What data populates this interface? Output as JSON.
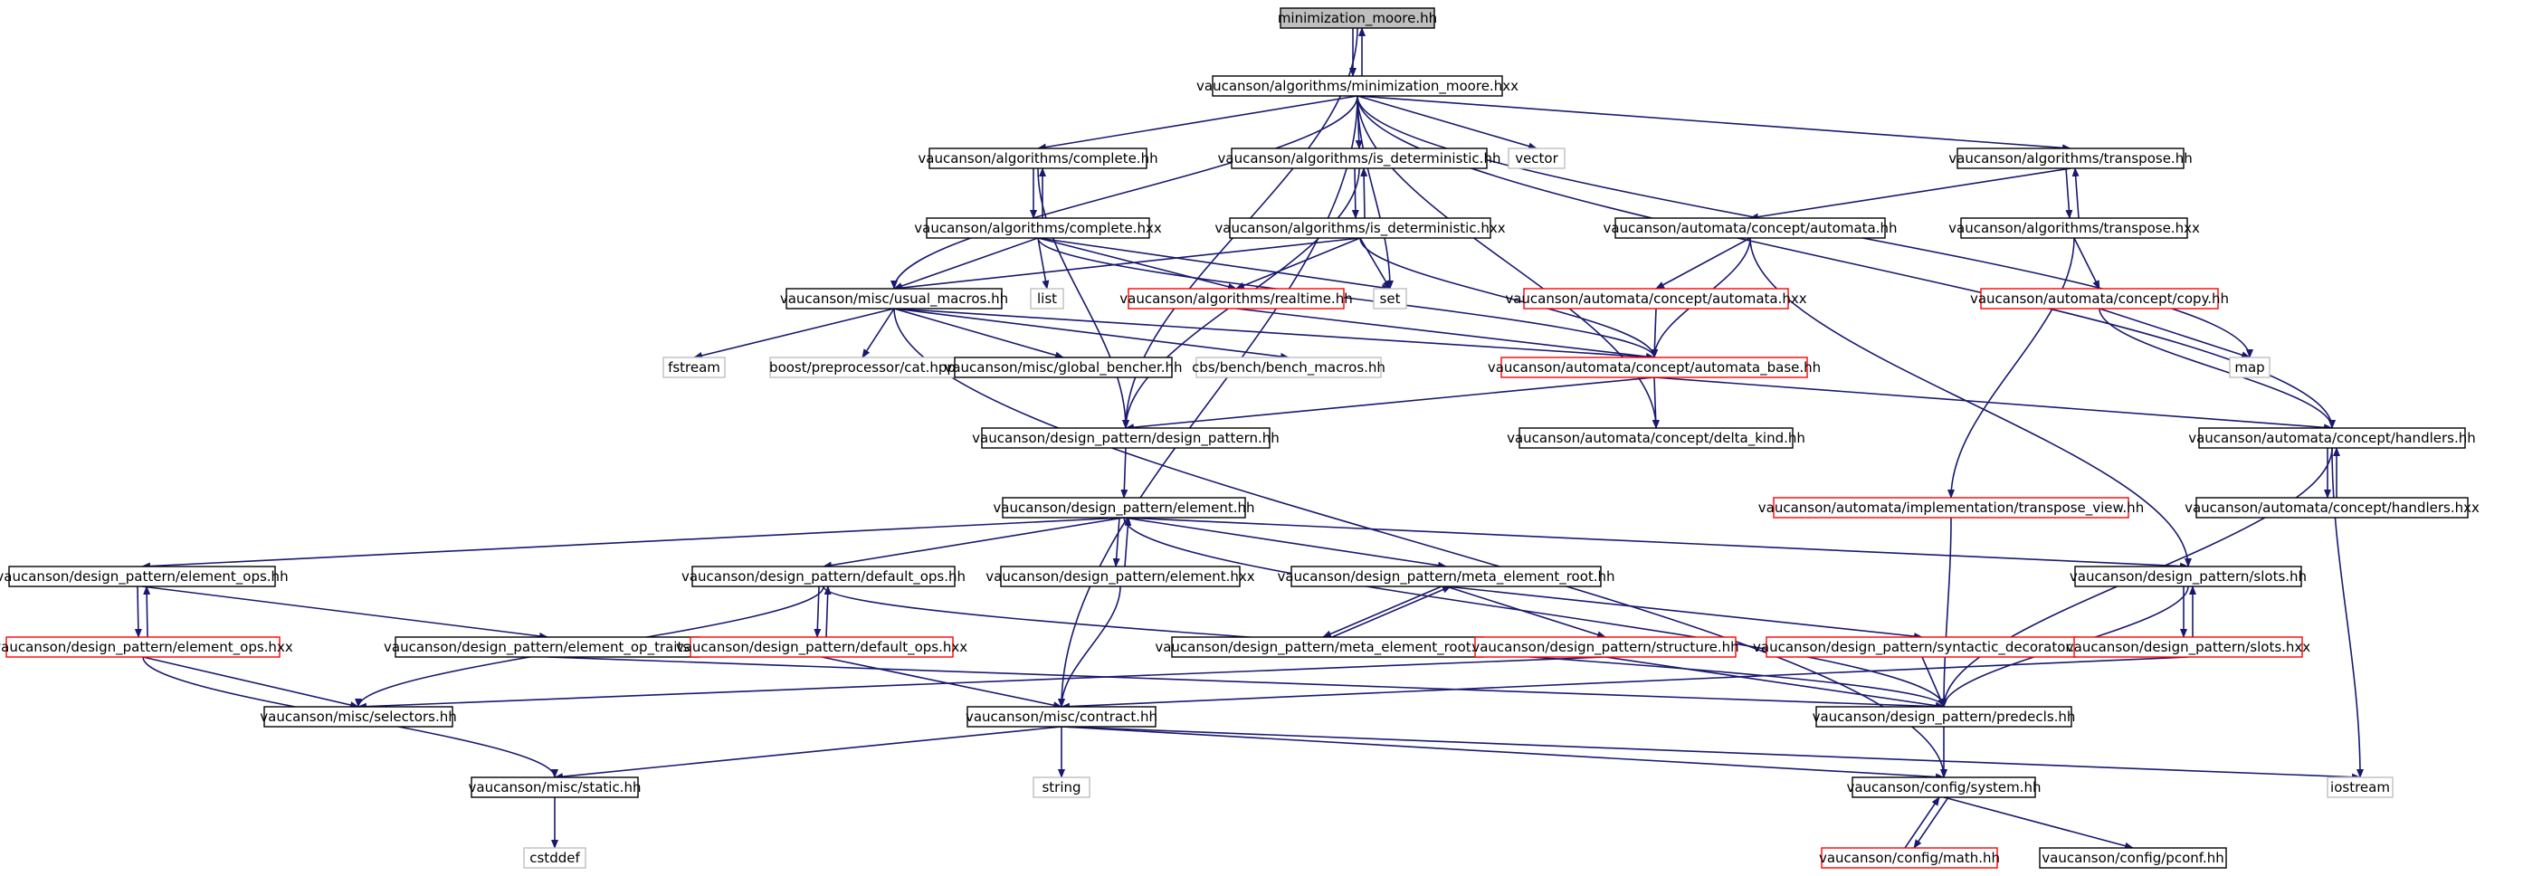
{
  "colors": {
    "edge": "#191970",
    "border_default": "#000000",
    "border_missing": "#bfbfbf",
    "border_truncated": "#ff0000",
    "root_fill": "#bfbfbf",
    "fill": "#ffffff",
    "text": "#000000"
  },
  "nodes": [
    {
      "id": "minimization_moore_hh",
      "label": "minimization_moore.hh",
      "kind": "root"
    },
    {
      "id": "minimization_moore_hxx",
      "label": "vaucanson/algorithms/minimization_moore.hxx",
      "kind": "default"
    },
    {
      "id": "complete_hh",
      "label": "vaucanson/algorithms/complete.hh",
      "kind": "default"
    },
    {
      "id": "is_det_hh",
      "label": "vaucanson/algorithms/is_deterministic.hh",
      "kind": "default"
    },
    {
      "id": "vector",
      "label": "vector",
      "kind": "missing"
    },
    {
      "id": "transpose_hh",
      "label": "vaucanson/algorithms/transpose.hh",
      "kind": "default"
    },
    {
      "id": "complete_hxx",
      "label": "vaucanson/algorithms/complete.hxx",
      "kind": "default"
    },
    {
      "id": "is_det_hxx",
      "label": "vaucanson/algorithms/is_deterministic.hxx",
      "kind": "default"
    },
    {
      "id": "automata_hh",
      "label": "vaucanson/automata/concept/automata.hh",
      "kind": "default"
    },
    {
      "id": "transpose_hxx",
      "label": "vaucanson/algorithms/transpose.hxx",
      "kind": "default"
    },
    {
      "id": "usual_macros",
      "label": "vaucanson/misc/usual_macros.hh",
      "kind": "default"
    },
    {
      "id": "list",
      "label": "list",
      "kind": "missing"
    },
    {
      "id": "realtime_hh",
      "label": "vaucanson/algorithms/realtime.hh",
      "kind": "truncated"
    },
    {
      "id": "set",
      "label": "set",
      "kind": "missing"
    },
    {
      "id": "automata_hxx",
      "label": "vaucanson/automata/concept/automata.hxx",
      "kind": "truncated"
    },
    {
      "id": "copy_hh",
      "label": "vaucanson/automata/concept/copy.hh",
      "kind": "truncated"
    },
    {
      "id": "fstream",
      "label": "fstream",
      "kind": "missing"
    },
    {
      "id": "boost_cat",
      "label": "boost/preprocessor/cat.hpp",
      "kind": "missing"
    },
    {
      "id": "global_bencher",
      "label": "vaucanson/misc/global_bencher.hh",
      "kind": "default"
    },
    {
      "id": "bench_macros",
      "label": "cbs/bench/bench_macros.hh",
      "kind": "missing"
    },
    {
      "id": "automata_base",
      "label": "vaucanson/automata/concept/automata_base.hh",
      "kind": "truncated"
    },
    {
      "id": "map",
      "label": "map",
      "kind": "missing"
    },
    {
      "id": "design_pattern_hh",
      "label": "vaucanson/design_pattern/design_pattern.hh",
      "kind": "default"
    },
    {
      "id": "delta_kind",
      "label": "vaucanson/automata/concept/delta_kind.hh",
      "kind": "default"
    },
    {
      "id": "handlers_hh",
      "label": "vaucanson/automata/concept/handlers.hh",
      "kind": "default"
    },
    {
      "id": "element_hh",
      "label": "vaucanson/design_pattern/element.hh",
      "kind": "default"
    },
    {
      "id": "transpose_view",
      "label": "vaucanson/automata/implementation/transpose_view.hh",
      "kind": "truncated"
    },
    {
      "id": "handlers_hxx",
      "label": "vaucanson/automata/concept/handlers.hxx",
      "kind": "default"
    },
    {
      "id": "element_ops_hh",
      "label": "vaucanson/design_pattern/element_ops.hh",
      "kind": "default"
    },
    {
      "id": "default_ops_hh",
      "label": "vaucanson/design_pattern/default_ops.hh",
      "kind": "default"
    },
    {
      "id": "element_hxx",
      "label": "vaucanson/design_pattern/element.hxx",
      "kind": "default"
    },
    {
      "id": "meta_root_hh",
      "label": "vaucanson/design_pattern/meta_element_root.hh",
      "kind": "default"
    },
    {
      "id": "slots_hh",
      "label": "vaucanson/design_pattern/slots.hh",
      "kind": "default"
    },
    {
      "id": "element_ops_hxx",
      "label": "vaucanson/design_pattern/element_ops.hxx",
      "kind": "truncated"
    },
    {
      "id": "element_op_traits",
      "label": "vaucanson/design_pattern/element_op_traits.hh",
      "kind": "default"
    },
    {
      "id": "default_ops_hxx",
      "label": "vaucanson/design_pattern/default_ops.hxx",
      "kind": "truncated"
    },
    {
      "id": "meta_root_hxx",
      "label": "vaucanson/design_pattern/meta_element_root.hxx",
      "kind": "default"
    },
    {
      "id": "structure_hh",
      "label": "vaucanson/design_pattern/structure.hh",
      "kind": "truncated"
    },
    {
      "id": "syntactic_dec",
      "label": "vaucanson/design_pattern/syntactic_decorator.hh",
      "kind": "truncated"
    },
    {
      "id": "slots_hxx",
      "label": "vaucanson/design_pattern/slots.hxx",
      "kind": "truncated"
    },
    {
      "id": "selectors_hh",
      "label": "vaucanson/misc/selectors.hh",
      "kind": "default"
    },
    {
      "id": "contract_hh",
      "label": "vaucanson/misc/contract.hh",
      "kind": "default"
    },
    {
      "id": "predecls_hh",
      "label": "vaucanson/design_pattern/predecls.hh",
      "kind": "default"
    },
    {
      "id": "static_hh",
      "label": "vaucanson/misc/static.hh",
      "kind": "default"
    },
    {
      "id": "string",
      "label": "string",
      "kind": "missing"
    },
    {
      "id": "system_hh",
      "label": "vaucanson/config/system.hh",
      "kind": "default"
    },
    {
      "id": "iostream",
      "label": "iostream",
      "kind": "missing"
    },
    {
      "id": "cstddef",
      "label": "cstddef",
      "kind": "missing"
    },
    {
      "id": "math_hh",
      "label": "vaucanson/config/math.hh",
      "kind": "truncated"
    },
    {
      "id": "pconf_hh",
      "label": "vaucanson/config/pconf.hh",
      "kind": "default"
    }
  ],
  "edges": [
    [
      "minimization_moore_hh",
      "minimization_moore_hxx"
    ],
    [
      "minimization_moore_hxx",
      "minimization_moore_hh"
    ],
    [
      "minimization_moore_hh",
      "design_pattern_hh"
    ],
    [
      "minimization_moore_hxx",
      "complete_hh"
    ],
    [
      "minimization_moore_hxx",
      "is_det_hh"
    ],
    [
      "minimization_moore_hxx",
      "vector"
    ],
    [
      "minimization_moore_hxx",
      "transpose_hh"
    ],
    [
      "minimization_moore_hxx",
      "usual_macros"
    ],
    [
      "minimization_moore_hxx",
      "set"
    ],
    [
      "minimization_moore_hxx",
      "map"
    ],
    [
      "minimization_moore_hxx",
      "handlers_hh"
    ],
    [
      "minimization_moore_hxx",
      "delta_kind"
    ],
    [
      "minimization_moore_hxx",
      "contract_hh"
    ],
    [
      "complete_hh",
      "complete_hxx"
    ],
    [
      "complete_hxx",
      "complete_hh"
    ],
    [
      "complete_hh",
      "design_pattern_hh"
    ],
    [
      "complete_hxx",
      "usual_macros"
    ],
    [
      "complete_hxx",
      "list"
    ],
    [
      "complete_hxx",
      "realtime_hh"
    ],
    [
      "complete_hxx",
      "set"
    ],
    [
      "complete_hxx",
      "automata_base"
    ],
    [
      "is_det_hh",
      "is_det_hxx"
    ],
    [
      "is_det_hxx",
      "is_det_hh"
    ],
    [
      "is_det_hh",
      "design_pattern_hh"
    ],
    [
      "is_det_hxx",
      "usual_macros"
    ],
    [
      "is_det_hxx",
      "realtime_hh"
    ],
    [
      "is_det_hxx",
      "set"
    ],
    [
      "is_det_hxx",
      "automata_base"
    ],
    [
      "transpose_hh",
      "transpose_hxx"
    ],
    [
      "transpose_hxx",
      "transpose_hh"
    ],
    [
      "transpose_hh",
      "automata_hh"
    ],
    [
      "transpose_hxx",
      "copy_hh"
    ],
    [
      "transpose_hxx",
      "transpose_view"
    ],
    [
      "automata_hh",
      "automata_hxx"
    ],
    [
      "automata_hh",
      "automata_base"
    ],
    [
      "automata_hh",
      "slots_hh"
    ],
    [
      "automata_hxx",
      "automata_base"
    ],
    [
      "realtime_hh",
      "automata_base"
    ],
    [
      "copy_hh",
      "map"
    ],
    [
      "copy_hh",
      "handlers_hh"
    ],
    [
      "usual_macros",
      "fstream"
    ],
    [
      "usual_macros",
      "boost_cat"
    ],
    [
      "usual_macros",
      "global_bencher"
    ],
    [
      "usual_macros",
      "bench_macros"
    ],
    [
      "usual_macros",
      "automata_base"
    ],
    [
      "usual_macros",
      "system_hh"
    ],
    [
      "automata_base",
      "design_pattern_hh"
    ],
    [
      "automata_base",
      "delta_kind"
    ],
    [
      "automata_base",
      "handlers_hh"
    ],
    [
      "handlers_hh",
      "handlers_hxx"
    ],
    [
      "handlers_hxx",
      "handlers_hh"
    ],
    [
      "handlers_hh",
      "predecls_hh"
    ],
    [
      "handlers_hh",
      "iostream"
    ],
    [
      "design_pattern_hh",
      "element_hh"
    ],
    [
      "element_hh",
      "element_ops_hh"
    ],
    [
      "element_hh",
      "default_ops_hh"
    ],
    [
      "element_hh",
      "element_hxx"
    ],
    [
      "element_hxx",
      "element_hh"
    ],
    [
      "element_hh",
      "meta_root_hh"
    ],
    [
      "element_hh",
      "slots_hh"
    ],
    [
      "element_hh",
      "predecls_hh"
    ],
    [
      "transpose_view",
      "predecls_hh"
    ],
    [
      "element_ops_hh",
      "element_ops_hxx"
    ],
    [
      "element_ops_hxx",
      "element_ops_hh"
    ],
    [
      "element_ops_hh",
      "element_op_traits"
    ],
    [
      "element_ops_hxx",
      "selectors_hh"
    ],
    [
      "element_ops_hxx",
      "static_hh"
    ],
    [
      "element_op_traits",
      "predecls_hh"
    ],
    [
      "default_ops_hh",
      "default_ops_hxx"
    ],
    [
      "default_ops_hxx",
      "default_ops_hh"
    ],
    [
      "default_ops_hh",
      "selectors_hh"
    ],
    [
      "default_ops_hh",
      "predecls_hh"
    ],
    [
      "default_ops_hxx",
      "contract_hh"
    ],
    [
      "element_hxx",
      "contract_hh"
    ],
    [
      "meta_root_hh",
      "meta_root_hxx"
    ],
    [
      "meta_root_hxx",
      "meta_root_hh"
    ],
    [
      "meta_root_hh",
      "structure_hh"
    ],
    [
      "meta_root_hh",
      "syntactic_dec"
    ],
    [
      "structure_hh",
      "selectors_hh"
    ],
    [
      "structure_hh",
      "predecls_hh"
    ],
    [
      "syntactic_dec",
      "predecls_hh"
    ],
    [
      "slots_hh",
      "slots_hxx"
    ],
    [
      "slots_hxx",
      "slots_hh"
    ],
    [
      "slots_hh",
      "predecls_hh"
    ],
    [
      "slots_hxx",
      "contract_hh"
    ],
    [
      "contract_hh",
      "static_hh"
    ],
    [
      "contract_hh",
      "string"
    ],
    [
      "contract_hh",
      "system_hh"
    ],
    [
      "contract_hh",
      "iostream"
    ],
    [
      "predecls_hh",
      "system_hh"
    ],
    [
      "static_hh",
      "cstddef"
    ],
    [
      "system_hh",
      "math_hh"
    ],
    [
      "math_hh",
      "system_hh"
    ],
    [
      "system_hh",
      "pconf_hh"
    ]
  ]
}
